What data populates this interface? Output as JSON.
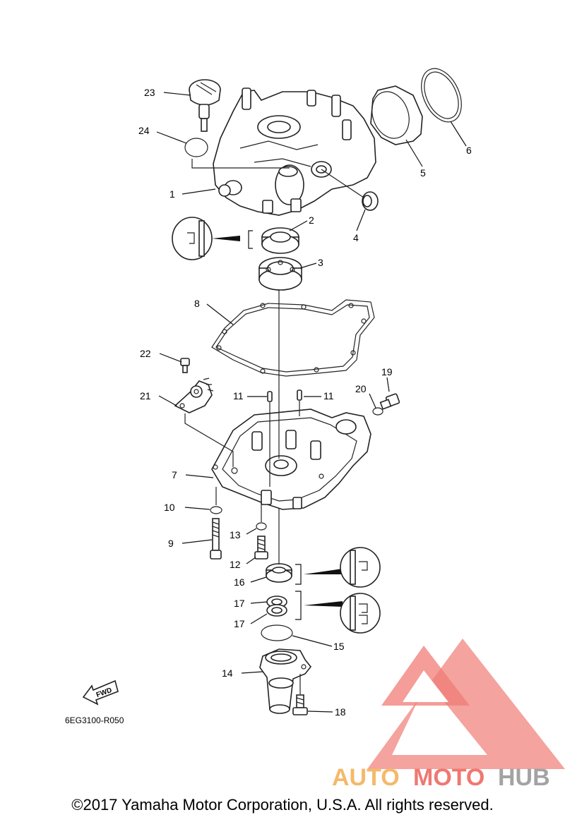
{
  "diagram_code": "6EG3100-R050",
  "fwd_label": "FWD",
  "copyright": "©2017 Yamaha Motor Corporation, U.S.A. All rights reserved.",
  "watermark": {
    "part1": "AUTO",
    "part2": "MOTO",
    "part3": "HUB",
    "color_light": "#f3b25a",
    "color_red": "#ee6a63",
    "color_gray": "#9a9a9a"
  },
  "callouts": [
    "1",
    "2",
    "3",
    "4",
    "5",
    "6",
    "7",
    "8",
    "9",
    "10",
    "11",
    "12",
    "13",
    "14",
    "15",
    "16",
    "17",
    "18",
    "19",
    "20",
    "21",
    "22",
    "23",
    "24"
  ],
  "callout_11_second": "11",
  "callout_17_second": "17"
}
